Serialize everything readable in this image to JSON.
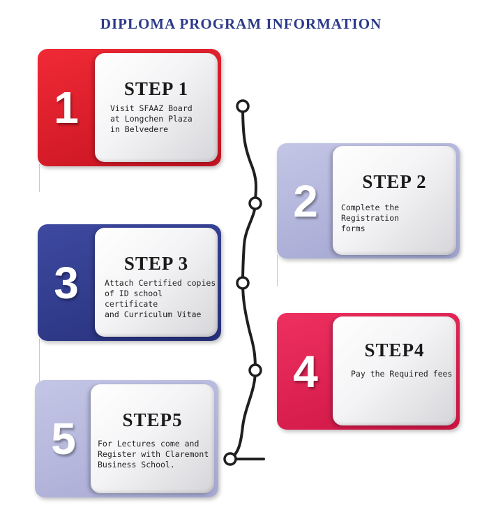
{
  "title": "DIPLOMA PROGRAM INFORMATION",
  "colors": {
    "red": "#e01b2c",
    "navy": "#2e3a8c",
    "lavender": "#b3b5d9",
    "crimson": "#df1d4e",
    "timeline": "#1f1f1f"
  },
  "steps": [
    {
      "number": "1",
      "title": "STEP  1",
      "text": "Visit SFAAZ Board\nat Longchen Plaza\nin Belvedere"
    },
    {
      "number": "2",
      "title": "STEP 2",
      "text": "Complete the Registration\nforms"
    },
    {
      "number": "3",
      "title": "STEP 3",
      "text": "Attach Certified copies\nof ID school certificate\nand Curriculum Vitae"
    },
    {
      "number": "4",
      "title": "STEP4",
      "text": "Pay the Required fees"
    },
    {
      "number": "5",
      "title": "STEP5",
      "text": "For Lectures come  and\nRegister with Claremont\nBusiness School."
    }
  ]
}
